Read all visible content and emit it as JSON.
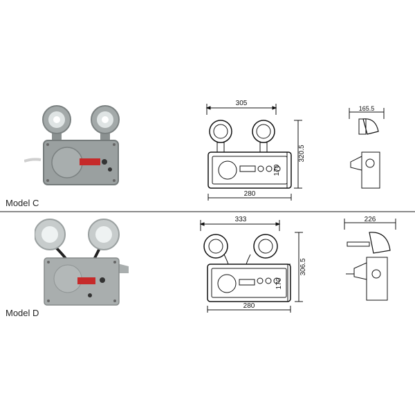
{
  "models": [
    {
      "label": "Model C",
      "dims": {
        "front_width": "305",
        "front_height": "320.5",
        "box_height": "170",
        "box_width": "280",
        "side_width": "165.5"
      }
    },
    {
      "label": "Model D",
      "dims": {
        "front_width": "333",
        "front_height": "306.5",
        "box_height": "170",
        "box_width": "280",
        "side_width": "226"
      }
    }
  ],
  "colors": {
    "housing": "#9aa0a0",
    "housing_dark": "#6f7575",
    "display_red": "#c62a2a",
    "line": "#111111",
    "divider": "#8a8a8a"
  }
}
